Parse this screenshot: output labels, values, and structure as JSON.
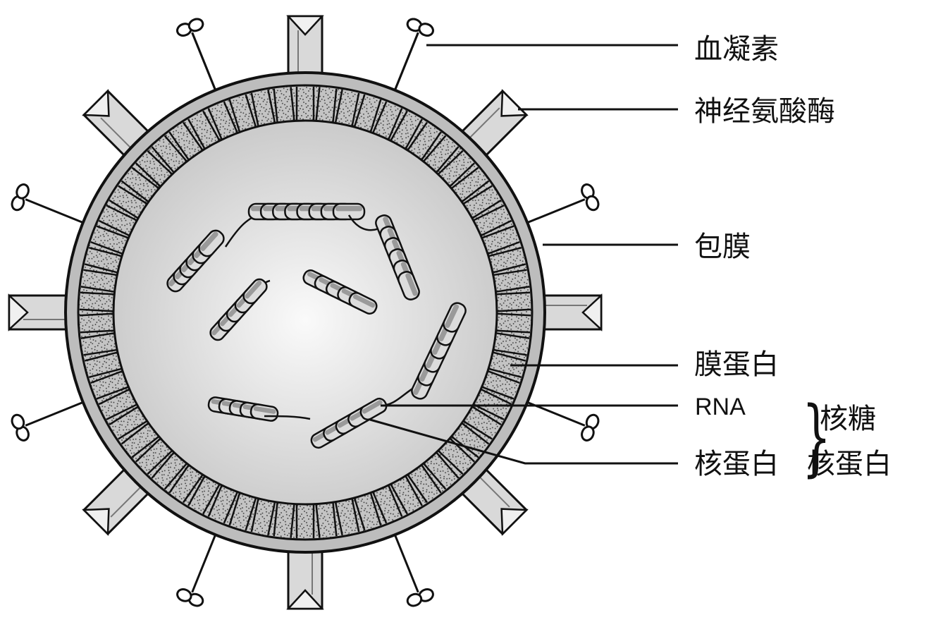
{
  "labels": {
    "hemagglutinin": "血凝素",
    "neuraminidase": "神经氨酸酶",
    "envelope": "包膜",
    "membrane_protein": "膜蛋白",
    "rna": "RNA",
    "nucleoprotein": "核蛋白",
    "ribonucleoprotein_top": "核糖",
    "ribonucleoprotein_bottom": "核蛋白"
  },
  "colors": {
    "stroke": "#111111",
    "envelope_fill": "#bdbdbd",
    "spike_fill": "#d9d9d9",
    "core_center": "#fafafa",
    "core_edge": "#c8c8c8",
    "matrix_fill": "#c4c4c4"
  },
  "icons": {
    "hemagglutinin_spike": "lollipop-spike-icon",
    "neuraminidase_spike": "square-rod-spike-icon"
  }
}
